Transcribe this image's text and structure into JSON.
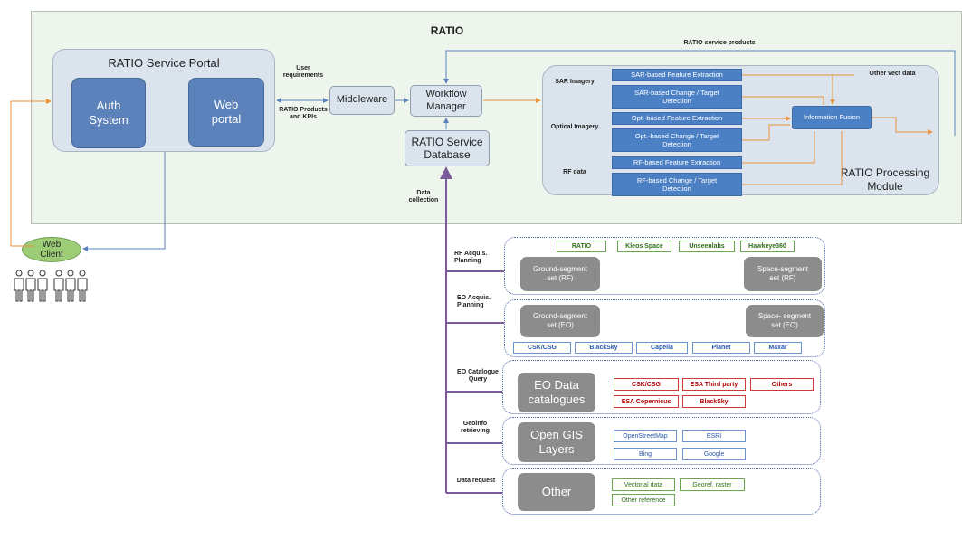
{
  "ratio": {
    "title": "RATIO",
    "service_products_label": "RATIO service products",
    "other_vect_data": "Other vect data",
    "user_requirements": "User\nrequirements",
    "products_kpis": "RATIO Products\nand KPIs",
    "data_collection": "Data\ncollection"
  },
  "portal": {
    "title": "RATIO Service Portal",
    "auth": "Auth\nSystem",
    "web": "Web\nportal"
  },
  "middleware": "Middleware",
  "workflow": "Workflow\nManager",
  "database": "RATIO Service\nDatabase",
  "processing": {
    "title": "RATIO Processing\nModule",
    "sar_label": "SAR Imagery",
    "optical_label": "Optical Imagery",
    "rf_label": "RF data",
    "sar_feature": "SAR-based Feature Extraction",
    "sar_change": "SAR-based Change / Target\nDetection",
    "opt_feature": "Opt.-based Feature Extraction",
    "opt_change": "Opt.-based Change / Target\nDetection",
    "rf_feature": "RF-based Feature Extraction",
    "rf_change": "RF-based Change / Target\nDetection",
    "fusion": "Information Fusion"
  },
  "web_client": "Web\nClient",
  "sources": {
    "rf_acq_label": "RF Acquis.\nPlanning",
    "eo_acq_label": "EO Acquis.\nPlanning",
    "eo_cat_label": "EO Catalogue\nQuery",
    "geoinfo_label": "Geoinfo\nretrieving",
    "data_req_label": "Data request",
    "rf_chips": [
      "RATIO",
      "Kleos Space",
      "Unseenlabs",
      "Hawkeye360"
    ],
    "rf_ground": "Ground-segment\nset (RF)",
    "rf_space": "Space-segment\nset (RF)",
    "eo_ground": "Ground-segment\nset (EO)",
    "eo_space": "Space- segment\nset (EO)",
    "eo_chips": [
      "CSK/CSG",
      "BlackSky",
      "Capella",
      "Planet",
      "Maxar"
    ],
    "eo_data_catalogues": "EO Data\ncatalogues",
    "cat_chips": [
      "CSK/CSG",
      "ESA Third party",
      "Others",
      "ESA Copernicus",
      "BlackSky"
    ],
    "open_gis": "Open GIS\nLayers",
    "gis_chips": [
      "OpenStreetMap",
      "ESRI",
      "Bing",
      "Google"
    ],
    "other": "Other",
    "other_chips": [
      "Vectorial data",
      "Georef. raster",
      "Other reference"
    ]
  }
}
